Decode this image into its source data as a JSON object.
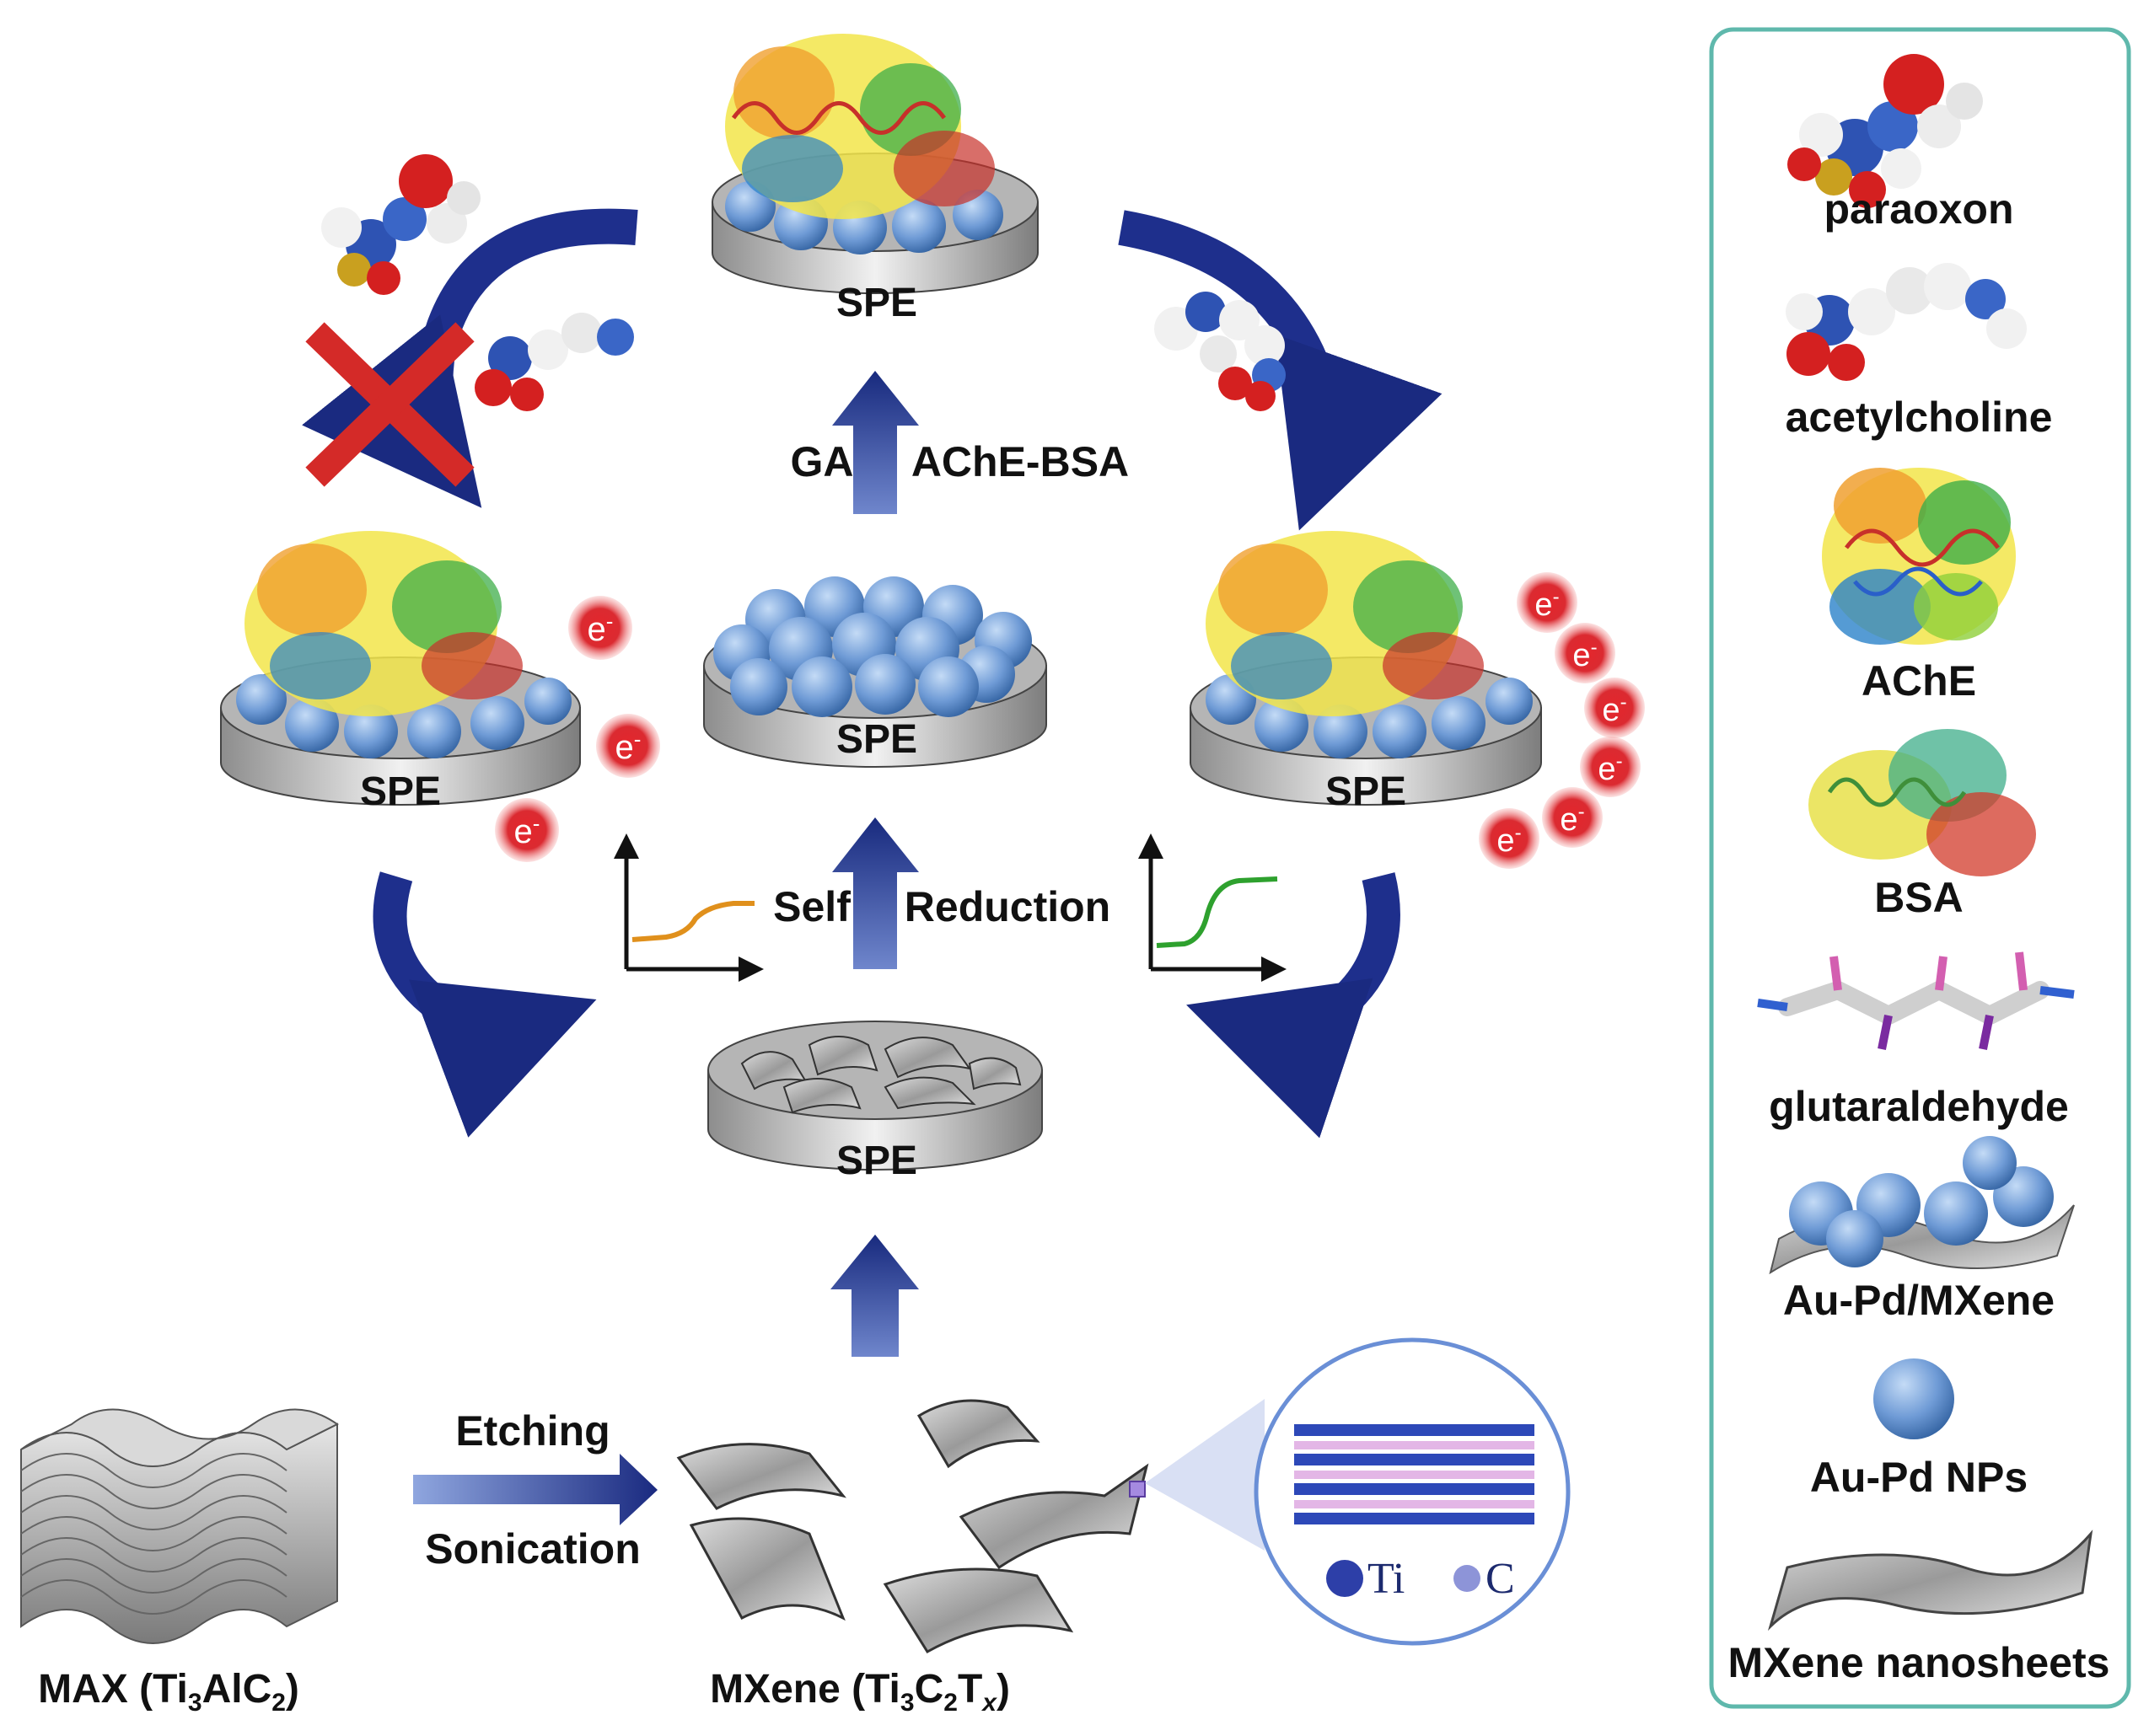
{
  "spe_label": "SPE",
  "electron": {
    "base": "e",
    "sup": "-"
  },
  "steps": {
    "gluing_left": "GA",
    "gluing_right": "AChE-BSA",
    "reduction_left": "Self",
    "reduction_right": "Reduction",
    "etching": "Etching",
    "sonication": "Sonication"
  },
  "materials": {
    "max_prefix": "MAX (Ti",
    "max_sub1": "3",
    "max_mid": "AlC",
    "max_sub2": "2",
    "max_suffix": ")",
    "mxene_prefix": "MXene (Ti",
    "mxene_sub1": "3",
    "mxene_mid1": "C",
    "mxene_sub2": "2",
    "mxene_mid2": "T",
    "mxene_sub3": "x",
    "mxene_suffix": ")"
  },
  "crystal_legend": {
    "ti": "Ti",
    "c": "C"
  },
  "legend": {
    "paraoxon": "paraoxon",
    "acetylcholine": "acetylcholine",
    "ache": "AChE",
    "bsa": "BSA",
    "glutaraldehyde": "glutaraldehyde",
    "aupd_mxene": "Au-Pd/MXene",
    "aupd_nps": "Au-Pd NPs",
    "mxene_nanosheets": "MXene nanosheets"
  },
  "colors": {
    "arrow_blue": "#1e2f8c",
    "legend_border": "#5fb8ac",
    "nanoparticle": "#6f9bd6",
    "inhibition_cross": "#d42a28",
    "electron_red": "#d91f26",
    "curve_orange": "#e0901c",
    "curve_green": "#2ea12e"
  }
}
